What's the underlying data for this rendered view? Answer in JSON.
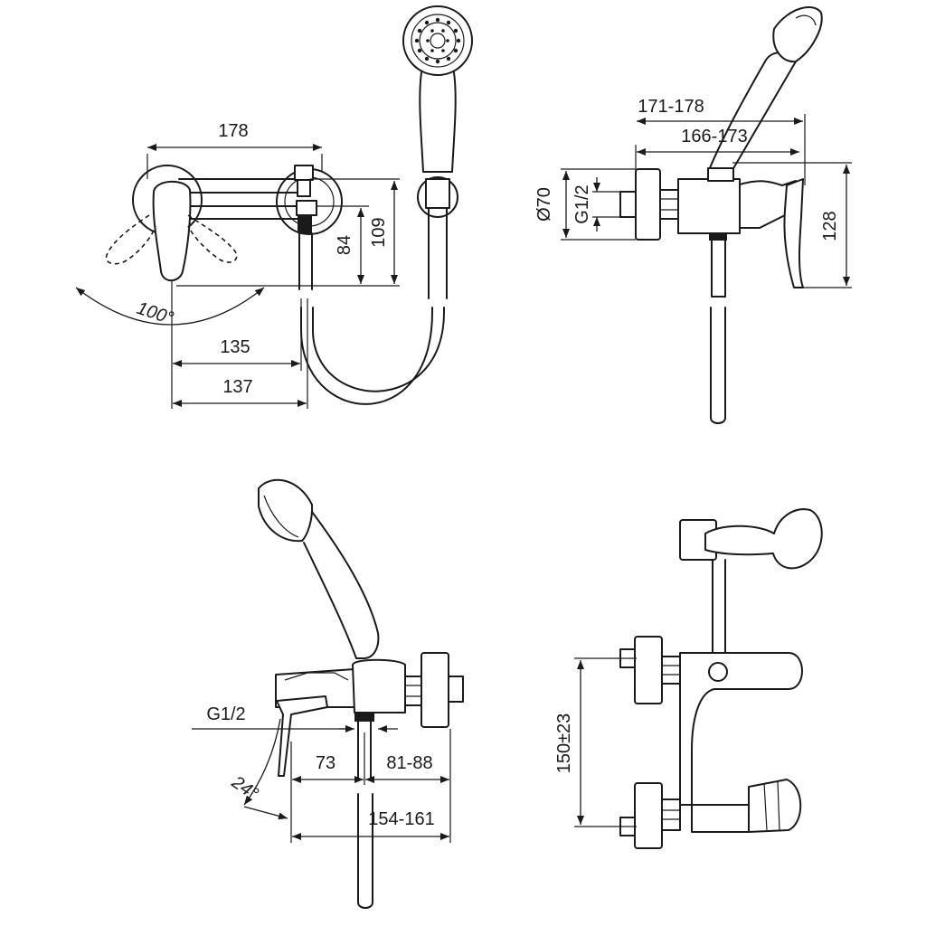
{
  "dimensions": {
    "d178": "178",
    "d84": "84",
    "d109": "109",
    "d100deg": "100°",
    "d135": "135",
    "d137": "137",
    "d171_178": "171-178",
    "d166_173": "166-173",
    "d70": "Ø70",
    "g12_side": "G1/2",
    "d128": "128",
    "g12_bottom": "G1/2",
    "d24deg": "24°",
    "d73": "73",
    "d81_88": "81-88",
    "d154_161": "154-161",
    "d150_23": "150±23"
  }
}
